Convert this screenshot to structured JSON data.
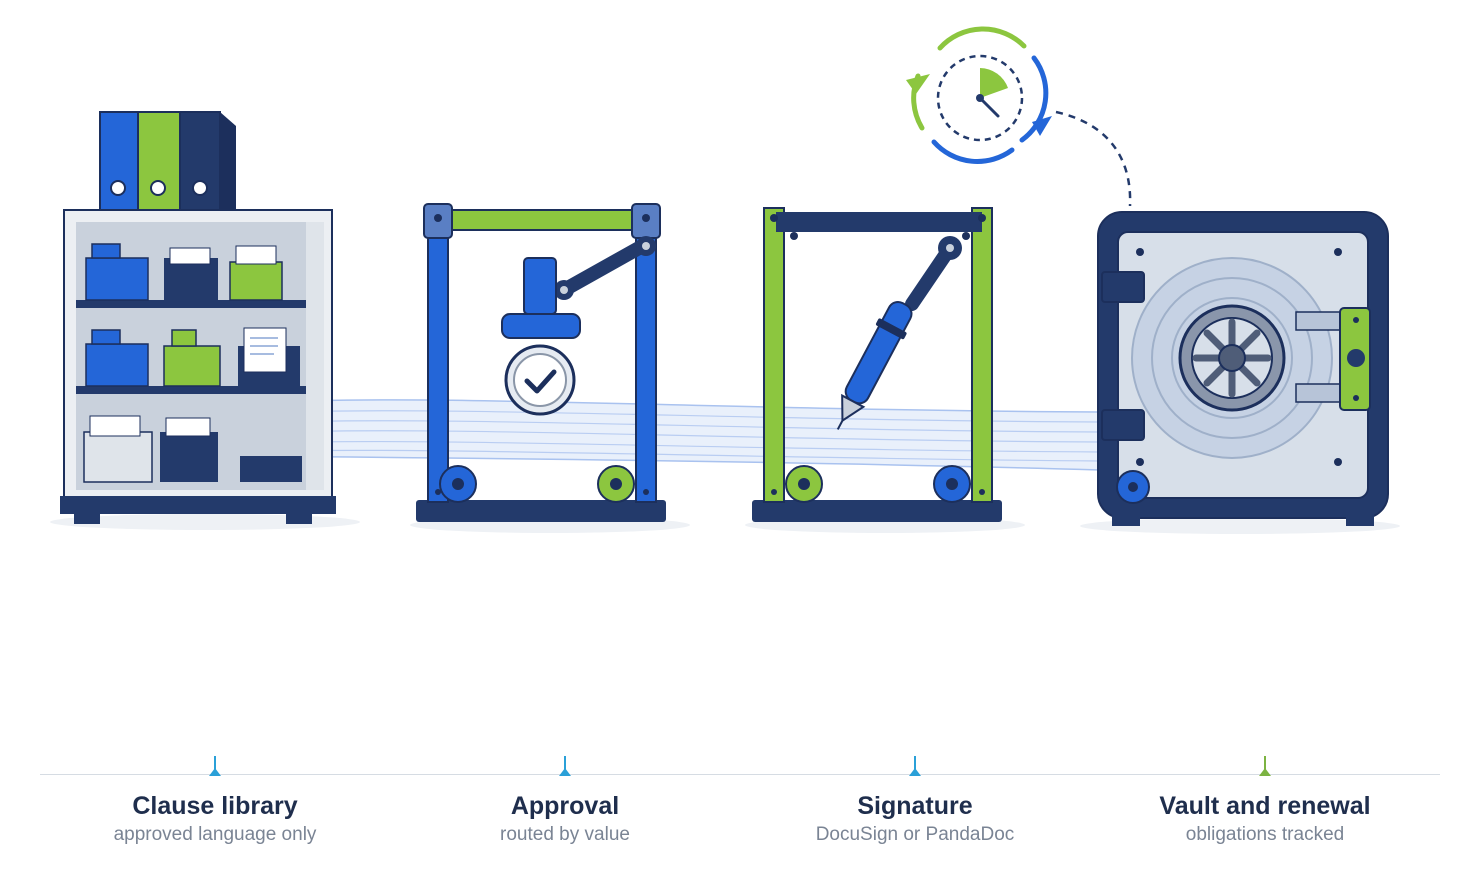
{
  "colors": {
    "navy": "#233a6b",
    "blue": "#2466d8",
    "green": "#8cc63f",
    "paper": "#e9f0fb",
    "tick_blue": "#2aa0d8",
    "tick_green": "#7cb342"
  },
  "stages": [
    {
      "title": "Clause library",
      "subtitle": "approved language only",
      "tick_color": "#2aa0d8",
      "icon": "bookshelf-icon"
    },
    {
      "title": "Approval",
      "subtitle": "routed by value",
      "tick_color": "#2aa0d8",
      "icon": "approval-stamp-icon"
    },
    {
      "title": "Signature",
      "subtitle": "DocuSign or PandaDoc",
      "tick_color": "#2aa0d8",
      "icon": "pen-press-icon"
    },
    {
      "title": "Vault and renewal",
      "subtitle": "obligations tracked",
      "tick_color": "#7cb342",
      "icon": "vault-safe-icon"
    }
  ],
  "renewal_icon": "renewal-clock-icon"
}
